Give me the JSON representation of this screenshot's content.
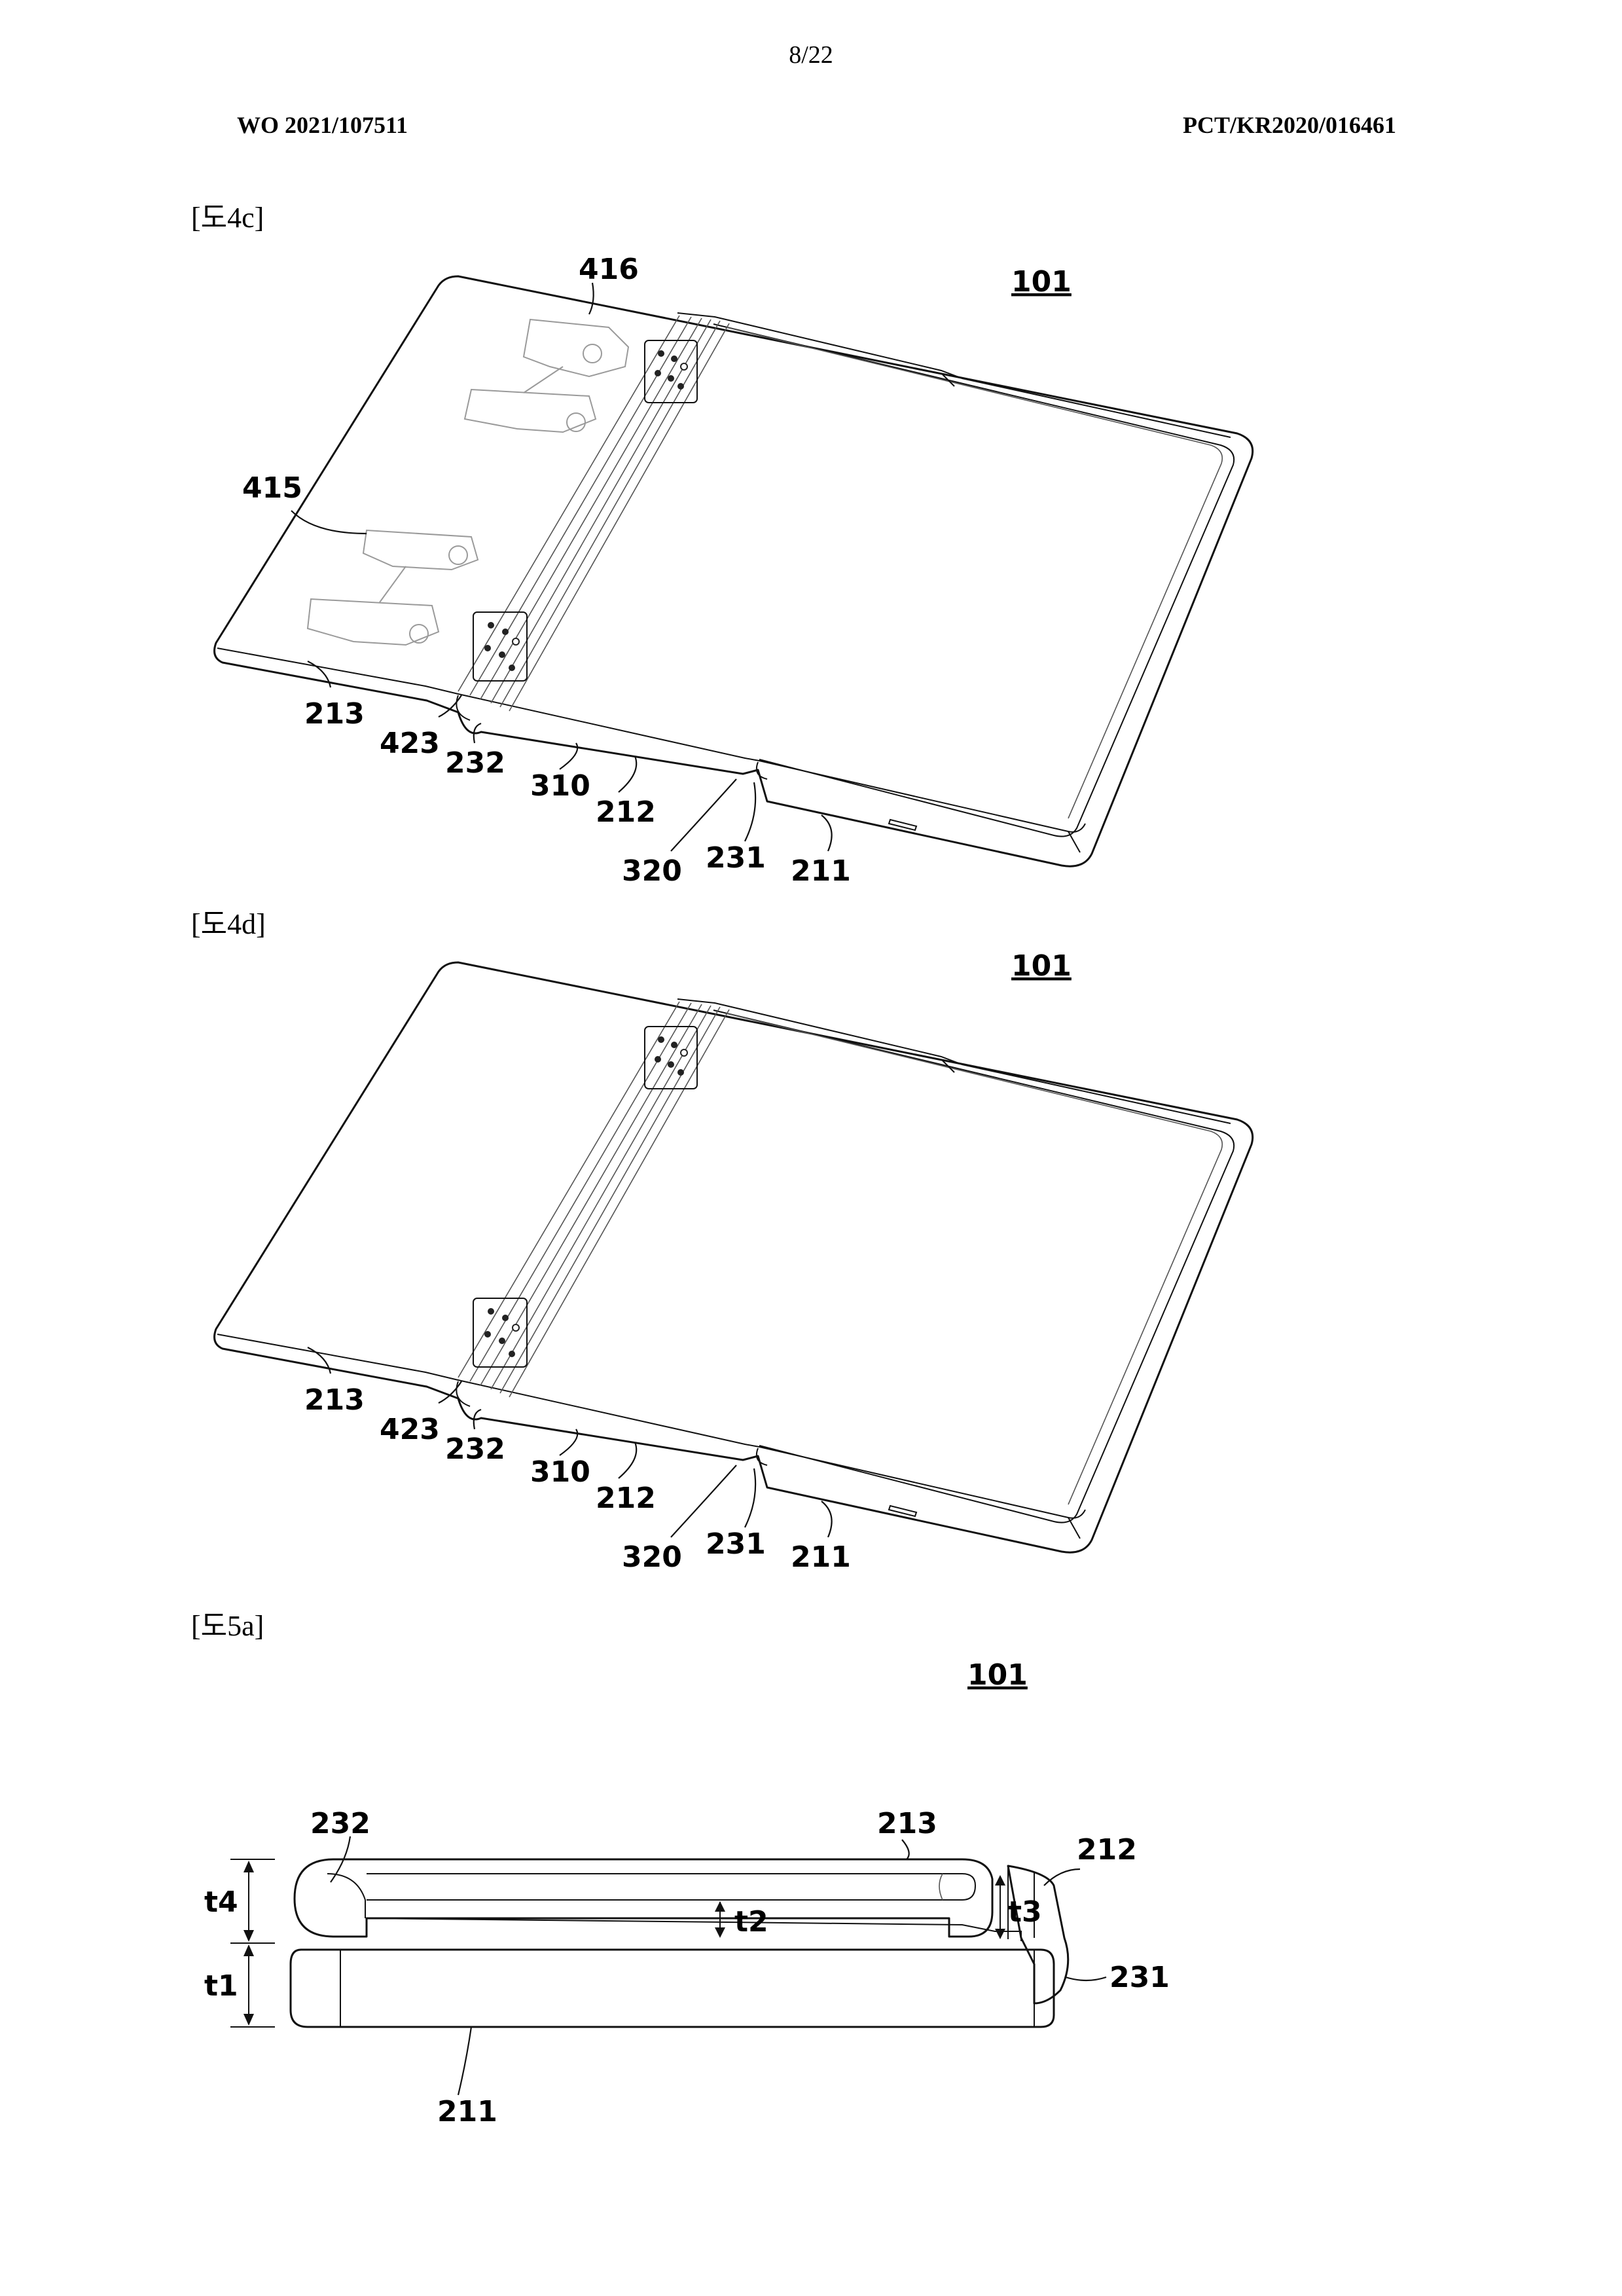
{
  "header": {
    "page_number": "8/22",
    "publication_number": "WO 2021/107511",
    "application_number": "PCT/KR2020/016461"
  },
  "figures": [
    {
      "label": "[도4c]",
      "refs": {
        "device": "101",
        "r416": "416",
        "r415": "415",
        "r213": "213",
        "r423": "423",
        "r232": "232",
        "r310": "310",
        "r212": "212",
        "r320": "320",
        "r231": "231",
        "r211": "211"
      }
    },
    {
      "label": "[도4d]",
      "refs": {
        "device": "101",
        "r213": "213",
        "r423": "423",
        "r232": "232",
        "r310": "310",
        "r212": "212",
        "r320": "320",
        "r231": "231",
        "r211": "211"
      }
    },
    {
      "label": "[도5a]",
      "refs": {
        "device": "101",
        "r232": "232",
        "r213": "213",
        "r212": "212",
        "r231": "231",
        "r211": "211",
        "t1": "t1",
        "t2": "t2",
        "t3": "t3",
        "t4": "t4"
      }
    }
  ]
}
